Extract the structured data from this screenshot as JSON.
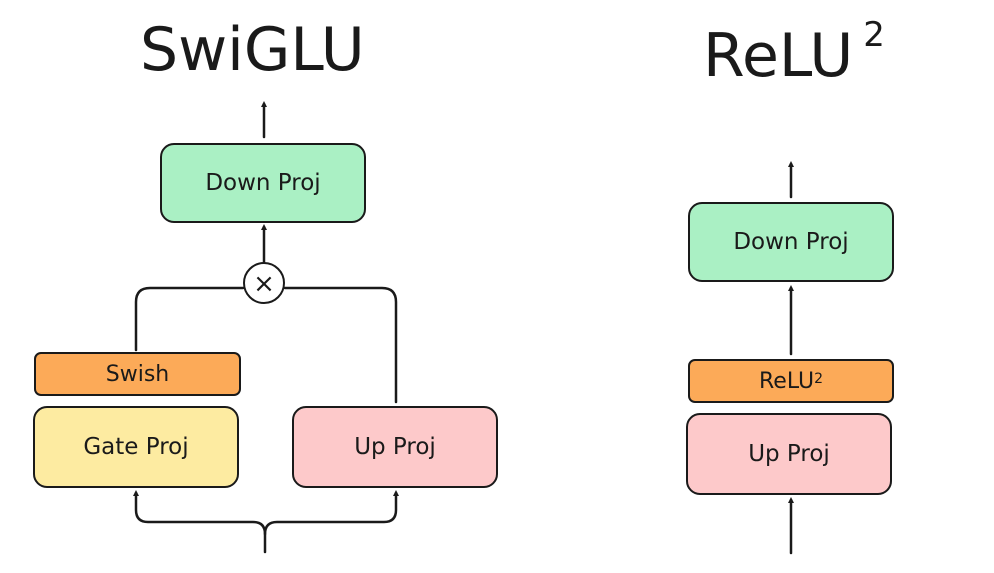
{
  "swiglu": {
    "title": "SwiGLU",
    "down_proj": "Down Proj",
    "swish": "Swish",
    "gate_proj": "Gate Proj",
    "up_proj": "Up Proj",
    "multiply_symbol": "×"
  },
  "relu2": {
    "title": "ReLU",
    "title_exponent": "2",
    "down_proj": "Down Proj",
    "activation": "ReLU",
    "activation_exponent": "2",
    "up_proj": "Up Proj"
  },
  "colors": {
    "down_proj": "#aaf0c4",
    "activation": "#fcaa58",
    "gate_proj": "#fdeba1",
    "up_proj": "#fdc9ca",
    "stroke": "#1a1a1a"
  }
}
